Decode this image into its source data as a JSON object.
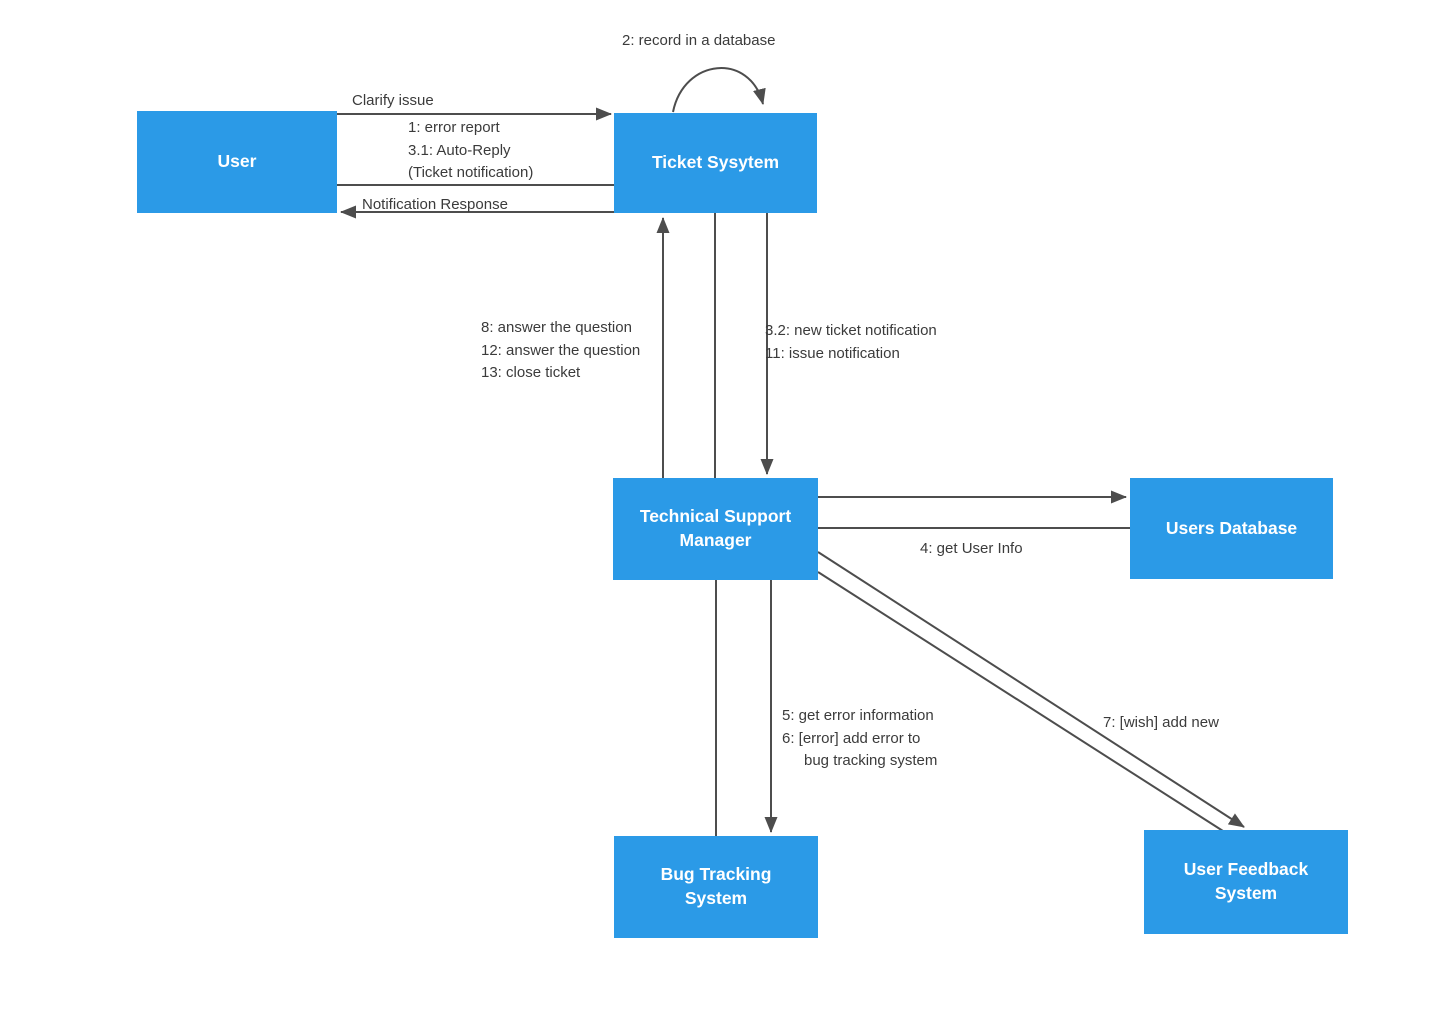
{
  "colors": {
    "background": "#ffffff",
    "node-fill": "#2b9ae7",
    "node-text": "#ffffff",
    "line": "#4d4d4d",
    "label-text": "#3b3b3b"
  },
  "nodes": {
    "user": {
      "label": "User"
    },
    "ticket_system": {
      "label": "Ticket Sysytem"
    },
    "technical_support_manager": {
      "label": "Technical Support Manager"
    },
    "users_database": {
      "label": "Users Database"
    },
    "bug_tracking_system": {
      "label": "Bug Tracking System"
    },
    "user_feedback_system": {
      "label": "User Feedback System"
    }
  },
  "messages": {
    "record_in_database": "2: record in a database",
    "clarify_issue": "Clarify issue",
    "error_report": "1: error report",
    "auto_reply": "3.1: Auto-Reply",
    "ticket_notification": "(Ticket notification)",
    "notification_response": "Notification Response",
    "answer_question_8": "8: answer the question",
    "answer_question_12": "12: answer the question",
    "close_ticket_13": "13: close ticket",
    "new_ticket_notification_32": "3.2: new ticket notification",
    "issue_notification_11": "11: issue notification",
    "get_user_info_4": "4: get User Info",
    "get_error_information_5": "5: get error information",
    "add_error_6_line1": "6: [error] add error to",
    "add_error_6_line2": "bug tracking system",
    "wish_add_new_7": "7: [wish] add new"
  }
}
